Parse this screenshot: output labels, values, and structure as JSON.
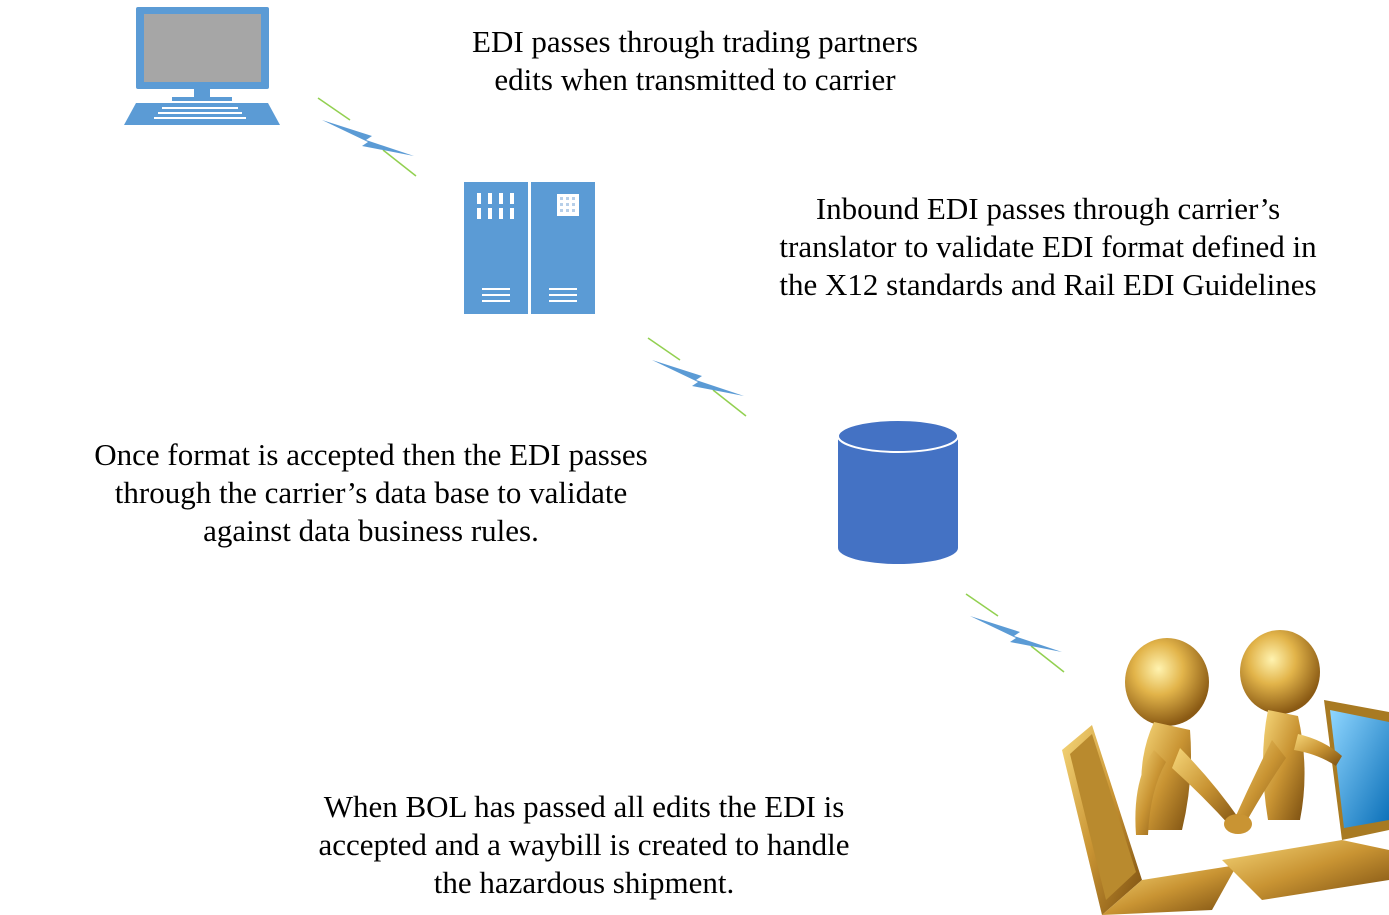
{
  "diagram": {
    "colors": {
      "accent_blue": "#5b9bd5",
      "database_blue": "#4472c4",
      "bolt_stripe": "#92d050",
      "gold": "#d4a93a"
    },
    "icons": {
      "computer": "desktop-computer-icon",
      "server": "server-rack-icon",
      "database": "database-cylinder-icon",
      "partners": "gold-figures-laptops-icon",
      "link": "lightning-bolt-icon"
    },
    "notes": [
      {
        "lines": [
          "EDI passes through trading partners",
          "edits when transmitted to carrier"
        ]
      },
      {
        "lines": [
          "Inbound EDI passes through carrier’s",
          "translator to validate EDI format defined in",
          "the X12 standards and Rail EDI Guidelines"
        ]
      },
      {
        "lines": [
          "Once format is accepted then the EDI passes",
          "through the carrier’s data base to validate",
          "against data business rules."
        ]
      },
      {
        "lines": [
          "When BOL has passed all edits the EDI is",
          "accepted and a waybill is created to handle",
          "the hazardous shipment."
        ]
      }
    ]
  }
}
